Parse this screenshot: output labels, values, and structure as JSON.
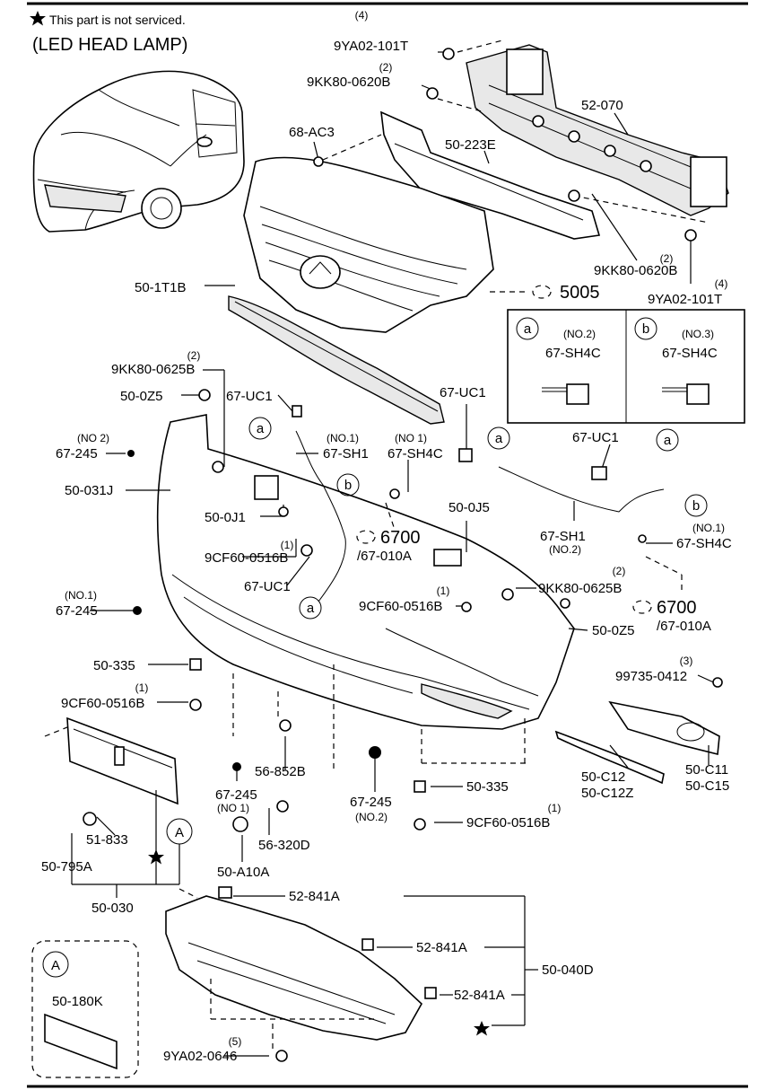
{
  "header": {
    "note": "This part is not serviced.",
    "title": "(LED HEAD LAMP)"
  },
  "callouts": {
    "ref_5005": "5005",
    "ref_6700_left": "6700",
    "ref_67010A_left": "/67-010A",
    "ref_6700_right": "6700",
    "ref_67010A_right": "/67-010A"
  },
  "legend": {
    "a": {
      "letter": "a",
      "note": "(NO.2)",
      "part": "67-SH4C"
    },
    "b": {
      "letter": "b",
      "note": "(NO.3)",
      "part": "67-SH4C"
    }
  },
  "detail_A": {
    "letter": "A",
    "part": "50-180K"
  },
  "parts": [
    {
      "id": "9YA02-101T",
      "qty": "(4)"
    },
    {
      "id": "9KK80-0620B",
      "qty": "(2)"
    },
    {
      "id": "52-070"
    },
    {
      "id": "68-AC3"
    },
    {
      "id": "50-223E"
    },
    {
      "id": "9KK80-0620B",
      "qty": "(2)"
    },
    {
      "id": "9YA02-101T",
      "qty": "(4)"
    },
    {
      "id": "50-1T1B"
    },
    {
      "id": "9KK80-0625B",
      "qty": "(2)"
    },
    {
      "id": "50-0Z5"
    },
    {
      "id": "67-UC1"
    },
    {
      "id": "67-UC1"
    },
    {
      "id": "67-245",
      "qty": "(NO 2)"
    },
    {
      "id": "67-SH1",
      "qty": "(NO.1)"
    },
    {
      "id": "67-SH4C",
      "qty": "(NO 1)"
    },
    {
      "id": "50-031J"
    },
    {
      "id": "67-UC1"
    },
    {
      "id": "50-0J1"
    },
    {
      "id": "9CF60-0516B",
      "qty": "(1)"
    },
    {
      "id": "50-0J5"
    },
    {
      "id": "67-SH1",
      "qty": "(NO.2)"
    },
    {
      "id": "67-SH4C",
      "qty": "(NO.1)"
    },
    {
      "id": "67-UC1"
    },
    {
      "id": "9KK80-0625B",
      "qty": "(2)"
    },
    {
      "id": "67-245",
      "qty": "(NO.1)"
    },
    {
      "id": "9CF60-0516B",
      "qty": "(1)"
    },
    {
      "id": "50-0Z5"
    },
    {
      "id": "50-335"
    },
    {
      "id": "9CF60-0516B",
      "qty": "(1)"
    },
    {
      "id": "99735-0412",
      "qty": "(3)"
    },
    {
      "id": "56-852B"
    },
    {
      "id": "67-245",
      "qty": "(NO 1)"
    },
    {
      "id": "67-245",
      "qty": "(NO.2)"
    },
    {
      "id": "50-335"
    },
    {
      "id": "9CF60-0516B",
      "qty": "(1)"
    },
    {
      "id": "50-C12"
    },
    {
      "id": "50-C12Z"
    },
    {
      "id": "50-C11"
    },
    {
      "id": "50-C15"
    },
    {
      "id": "51-833"
    },
    {
      "id": "50-795A"
    },
    {
      "id": "56-320D"
    },
    {
      "id": "50-A10A"
    },
    {
      "id": "50-030"
    },
    {
      "id": "52-841A"
    },
    {
      "id": "52-841A"
    },
    {
      "id": "52-841A"
    },
    {
      "id": "50-040D"
    },
    {
      "id": "9YA02-0646",
      "qty": "(5)"
    }
  ]
}
